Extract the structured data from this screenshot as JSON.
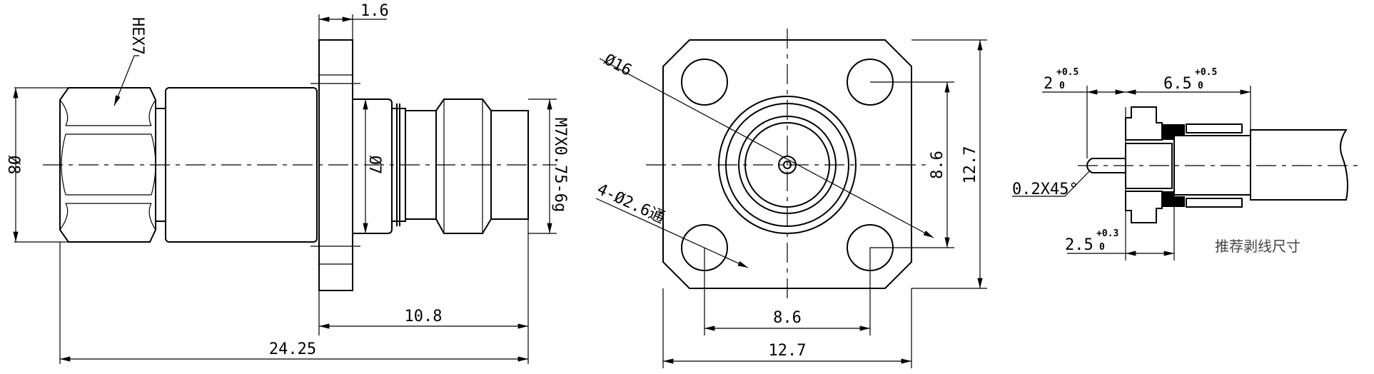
{
  "side_view": {
    "hex_label": "HEX7",
    "dia_body": "Ø8",
    "dia_stub": "Ø7",
    "flange_thickness": "1.6",
    "thread": "M7X0.75-6g",
    "len_front": "10.8",
    "len_total": "24.25"
  },
  "front_view": {
    "dia_outer": "Ø16",
    "holes": "4-Ø2.6通",
    "hole_spacing_h": "8.6",
    "width": "12.7",
    "hole_spacing_v": "8.6",
    "height": "12.7"
  },
  "strip_view": {
    "pin_len": {
      "base": "2",
      "upper": "+0.5",
      "lower": "0"
    },
    "strip_len": {
      "base": "6.5",
      "upper": "+0.5",
      "lower": "0"
    },
    "dielectric_len": {
      "base": "2.5",
      "upper": "+0.3",
      "lower": "0"
    },
    "chamfer": "0.2X45°",
    "caption": "推荐剥线尺寸"
  }
}
